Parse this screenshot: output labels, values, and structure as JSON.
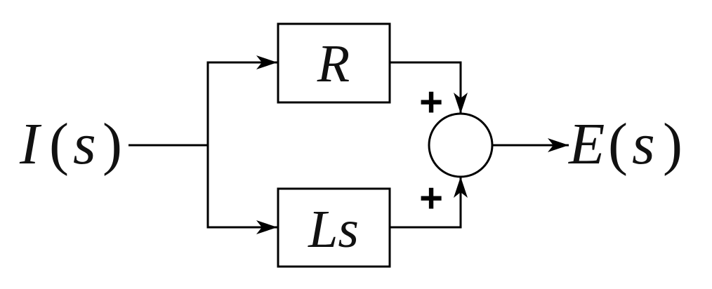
{
  "diagram": {
    "type": "block-diagram",
    "input": {
      "name": "I",
      "arg": "s",
      "open": "(",
      "close": ")"
    },
    "output": {
      "name": "E",
      "arg": "s",
      "open": "(",
      "close": ")"
    },
    "blocks": [
      {
        "id": "resistor",
        "label": "R"
      },
      {
        "id": "inductor",
        "label": "Ls"
      }
    ],
    "summing_junction": {
      "signs": [
        "+",
        "+"
      ]
    },
    "colors": {
      "stroke": "#000000",
      "background": "#ffffff"
    }
  }
}
